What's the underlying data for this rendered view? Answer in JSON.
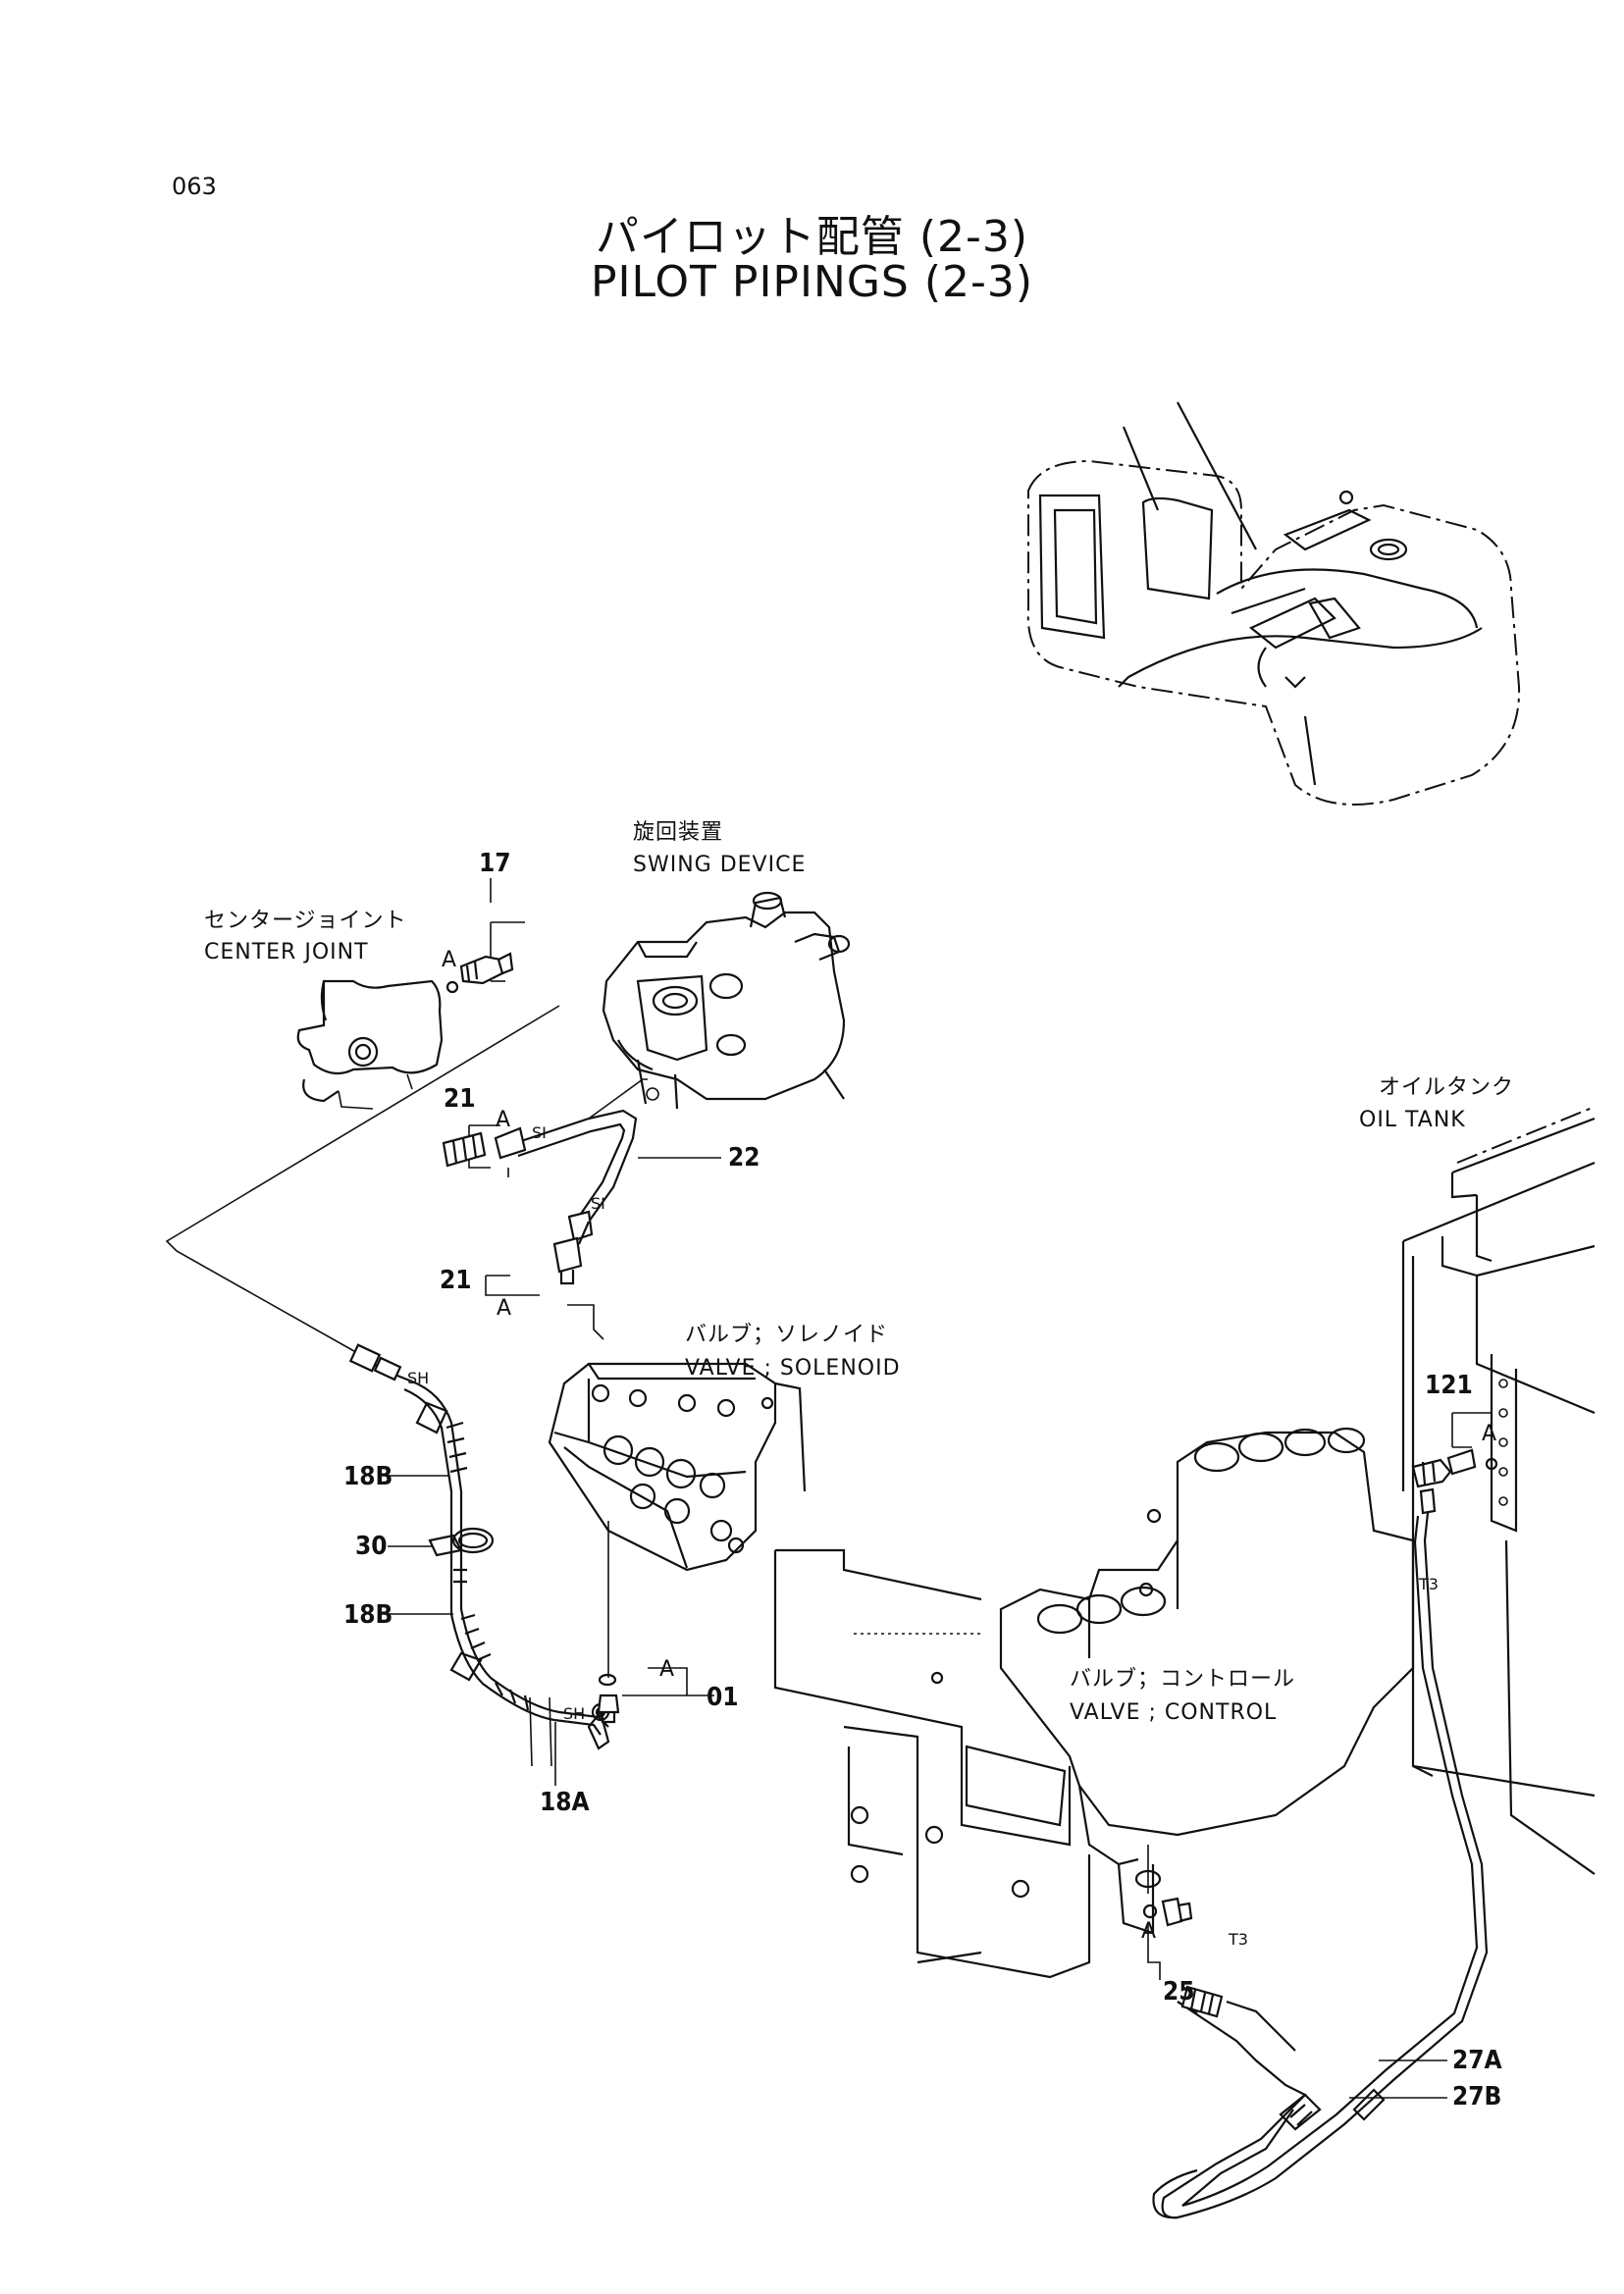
{
  "page_number": "063",
  "title_ja": "パイロット配管 (2-3)",
  "title_en": "PILOT PIPINGS (2-3)",
  "labels": {
    "center_joint_ja": "センタージョイント",
    "center_joint_en": "CENTER JOINT",
    "swing_device_ja": "旋回装置",
    "swing_device_en": "SWING DEVICE",
    "solenoid_valve_ja": "バルブ；ソレノイド",
    "solenoid_valve_en": "VALVE ; SOLENOID",
    "control_valve_ja": "バルブ；コントロール",
    "control_valve_en": "VALVE ; CONTROL",
    "oil_tank_ja": "オイルタンク",
    "oil_tank_en": "OIL TANK"
  },
  "part_numbers": {
    "p17": "17",
    "p21a": "21",
    "p21b": "21",
    "p22": "22",
    "p18b_1": "18B",
    "p30": "30",
    "p18b_2": "18B",
    "p18a": "18A",
    "p01": "01",
    "p121": "121",
    "p25": "25",
    "p27a": "27A",
    "p27b": "27B"
  },
  "callouts": {
    "a1": "A",
    "a2": "A",
    "a3": "A",
    "a4": "A",
    "a5": "A",
    "a6": "A"
  },
  "fitting_tags": {
    "si1": "SI",
    "si2": "SI",
    "sh1": "SH",
    "sh2": "SH",
    "t3a": "T3",
    "t3b": "T3"
  }
}
